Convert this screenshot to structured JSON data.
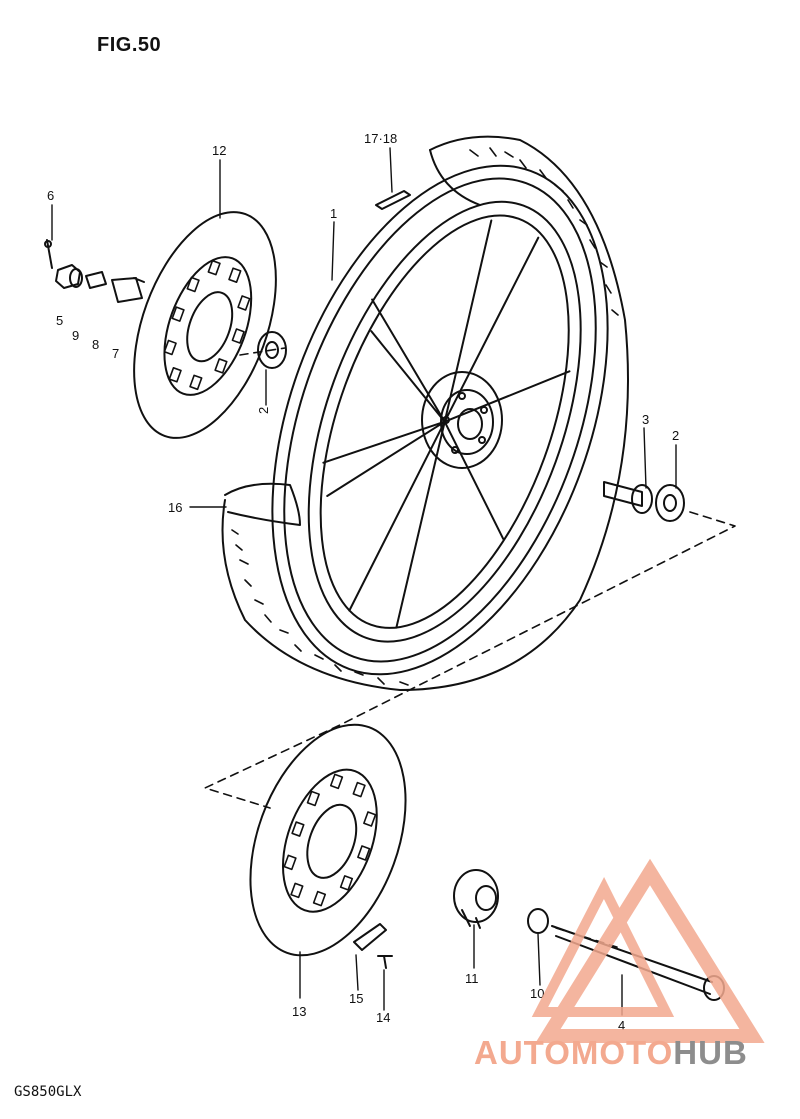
{
  "figure": {
    "title": "FIG.50",
    "model": "GS850GLX"
  },
  "callouts": {
    "c1": "1",
    "c2a": "2",
    "c2b": "2",
    "c3": "3",
    "c4": "4",
    "c5": "5",
    "c6": "6",
    "c7": "7",
    "c8": "8",
    "c9": "9",
    "c10": "10",
    "c11": "11",
    "c12": "12",
    "c13": "13",
    "c14": "14",
    "c15": "15",
    "c16": "16",
    "c1718": "17·18"
  },
  "watermark": {
    "part1": "AUTOMOTO",
    "part2": "HUB",
    "color": "#f3a98f"
  }
}
